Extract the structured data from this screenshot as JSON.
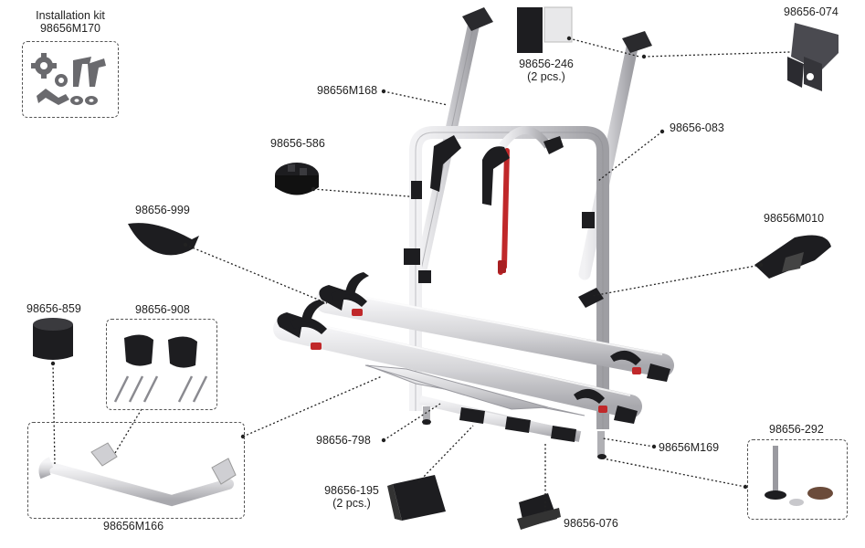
{
  "diagram": {
    "installation_kit": {
      "title": "Installation kit",
      "code": "98656M170"
    },
    "parts": {
      "p074": "98656-074",
      "p246": "98656-246",
      "p246_qty": "(2 pcs.)",
      "pM168": "98656M168",
      "p586": "98656-586",
      "p083": "98656-083",
      "p999": "98656-999",
      "pM010": "98656M010",
      "p859": "98656-859",
      "p908": "98656-908",
      "p798": "98656-798",
      "pM169": "98656M169",
      "p292": "98656-292",
      "p195": "98656-195",
      "p195_qty": "(2 pcs.)",
      "p076": "98656-076",
      "pM166": "98656M166"
    },
    "colors": {
      "frame": "#d4d4d6",
      "frame_shade": "#9a9a9e",
      "black_part": "#1e1e20",
      "red_accent": "#c0282a",
      "kit_icons": "#6a6a6e",
      "leader": "#222222"
    },
    "icons": [
      "gear-icon",
      "wrench-icon",
      "bolt-icon",
      "washer-icon"
    ]
  }
}
